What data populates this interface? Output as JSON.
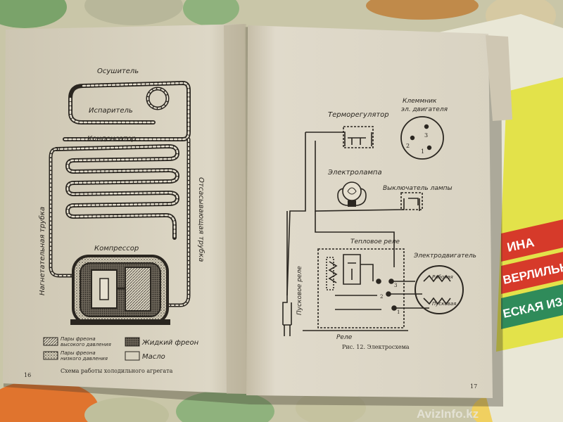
{
  "left_page": {
    "labels": {
      "dryer": "Осушитель",
      "evaporator": "Испаритель",
      "condenser": "Конденсатор",
      "discharge_tube": "Нагнетательная трубка",
      "suction_tube": "Отсасывающая трубка",
      "compressor": "Компрессор"
    },
    "legend": {
      "high_pressure_line1": "Пары фреона",
      "high_pressure_line2": "высокого давления",
      "low_pressure_line1": "Пары фреона",
      "low_pressure_line2": "низкого давления",
      "liquid": "Жидкий фреон",
      "oil": "Масло"
    },
    "caption": "Схема работы холодильного агрегата",
    "page_number": "16"
  },
  "right_page": {
    "labels": {
      "thermoregulator": "Терморегулятор",
      "terminal_block_line1": "Клеммник",
      "terminal_block_line2": "эл. двигателя",
      "lamp": "Электролампа",
      "lamp_switch": "Выключатель лампы",
      "thermal_relay": "Тепловое реле",
      "motor": "Электродвигатель",
      "start_relay": "Пусковое реле",
      "relay": "Реле",
      "working": "Рабочая",
      "starting": "Пусковая"
    },
    "terminals": [
      "1",
      "2",
      "3"
    ],
    "caption": "Рис. 12. Электросхема",
    "page_number": "17"
  },
  "background_flyer": {
    "line1": "ИНА",
    "line2": "ВЕРЛИЛЬН",
    "line3": "ЕСКАЯ ИЗ"
  },
  "watermark": "AvizInfo.kz",
  "colors": {
    "paper": "#ddd7c6",
    "ink": "#2a2620",
    "flyer_yellow": "#e3e24a",
    "flyer_red": "#d63a2a",
    "flyer_green": "#2f8b5a"
  }
}
